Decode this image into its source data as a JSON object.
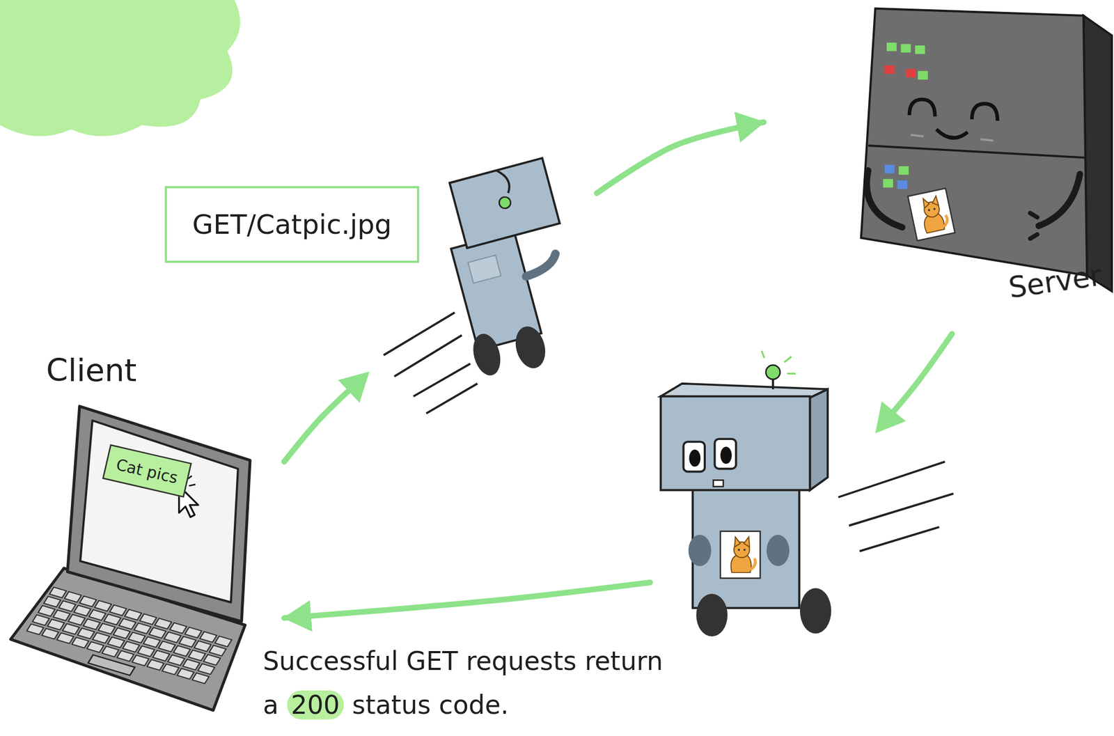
{
  "diagram": {
    "caption": "Successful GET requests return a 200 status code.",
    "nodes": [
      {
        "text": [
          "GET/Catpic.jpg"
        ]
      },
      {
        "text": [
          "Server"
        ]
      },
      {
        "text": [
          "Client"
        ]
      },
      {
        "text": [
          "Cat pics"
        ],
        "in": 2
      }
    ],
    "edges": [
      {
        "from": 2,
        "to": 1,
        "arrow": "to"
      },
      {
        "from": 1,
        "to": 2,
        "arrow": "to"
      }
    ]
  }
}
